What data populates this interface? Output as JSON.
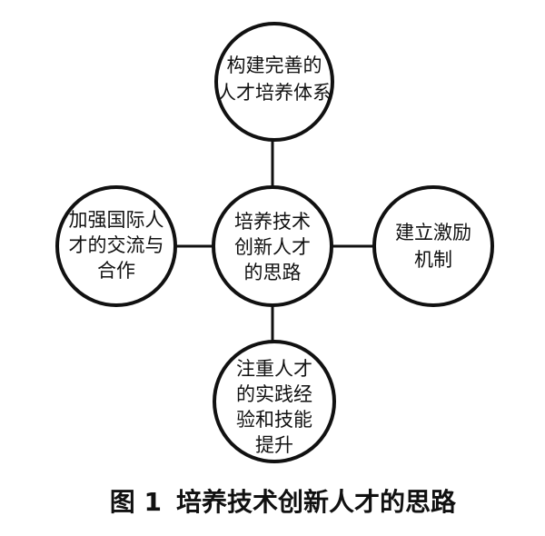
{
  "diagram": {
    "center": {
      "lines": [
        "培养技术",
        "创新人才",
        "的思路"
      ]
    },
    "top": {
      "lines": [
        "构建完善的",
        "人才培养体系"
      ]
    },
    "left": {
      "lines": [
        "加强国际人",
        "才的交流与",
        "合作"
      ]
    },
    "right": {
      "lines": [
        "建立激励",
        "机制"
      ]
    },
    "bottom": {
      "lines": [
        "注重人才",
        "的实践经",
        "验和技能",
        "提升"
      ]
    }
  },
  "caption": {
    "label": "图 1",
    "title": "培养技术创新人才的思路"
  }
}
